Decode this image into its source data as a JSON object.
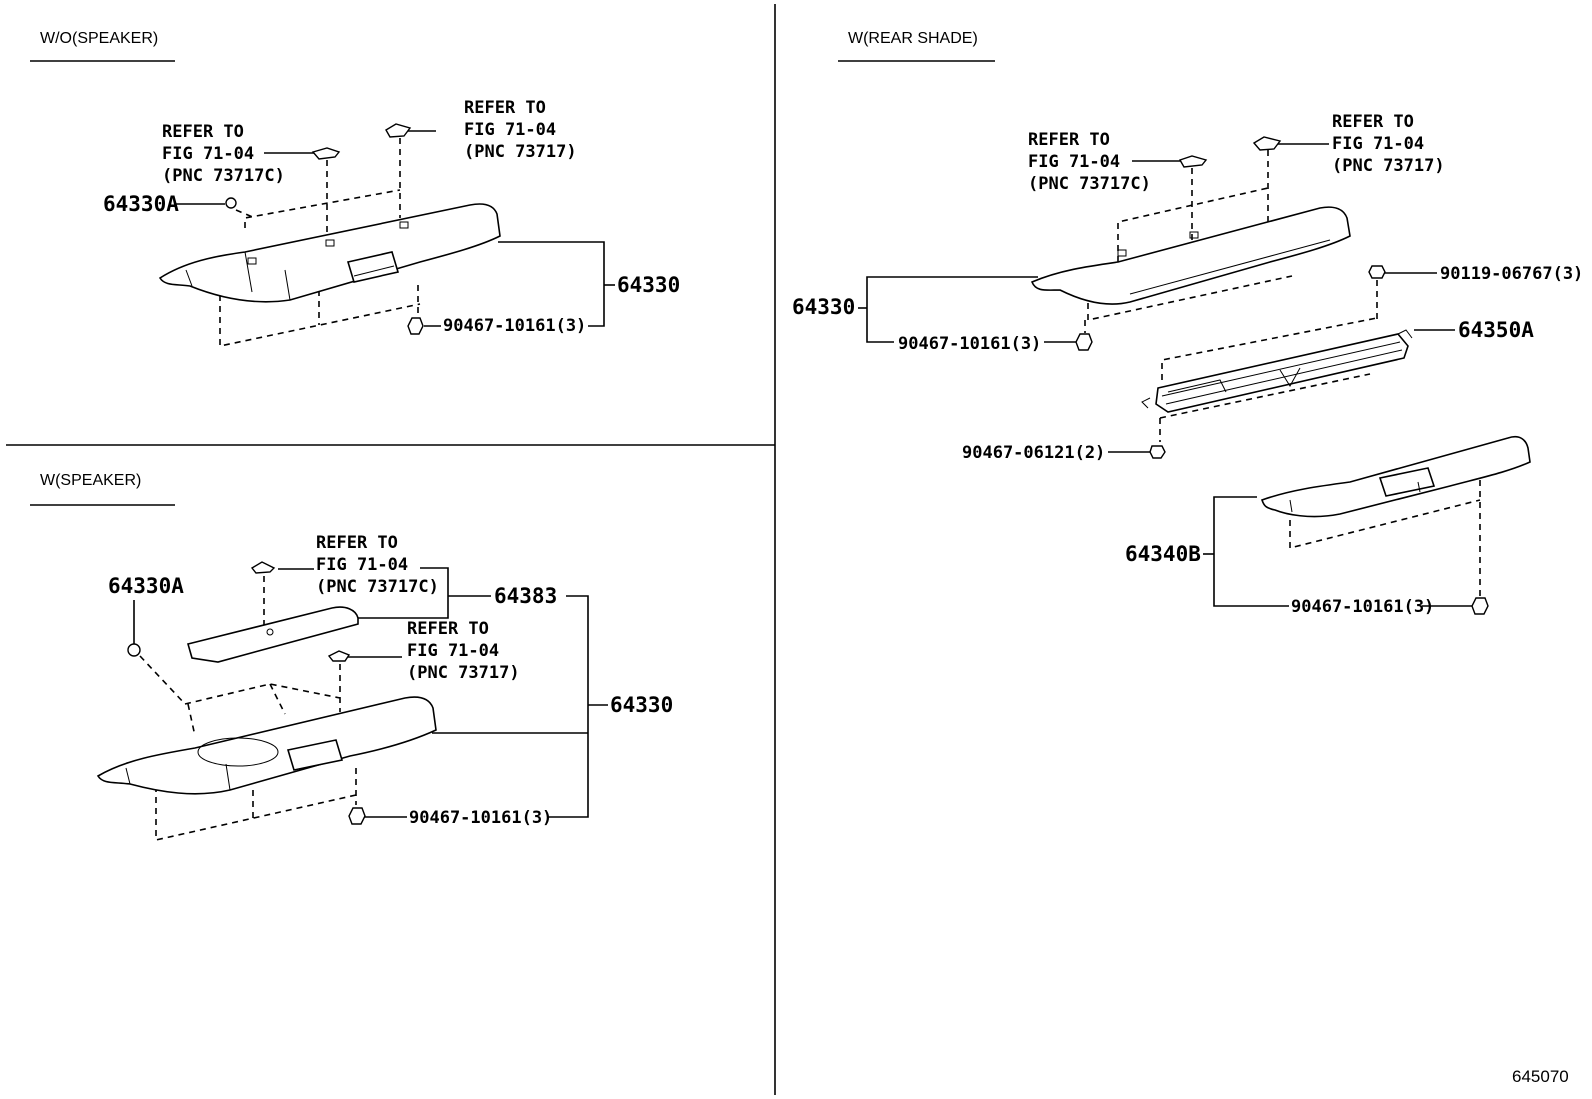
{
  "sections": {
    "wo_speaker": {
      "title": "W/O(SPEAKER)",
      "refer_top_left": [
        "REFER TO",
        "FIG 71-04",
        "(PNC 73717C)"
      ],
      "refer_top_right": [
        "REFER TO",
        "FIG 71-04",
        "(PNC 73717)"
      ],
      "part_clip": "64330A",
      "part_main": "64330",
      "part_screw": "90467-10161(3)"
    },
    "w_speaker": {
      "title": "W(SPEAKER)",
      "refer_top": [
        "REFER TO",
        "FIG 71-04",
        "(PNC 73717C)"
      ],
      "refer_mid": [
        "REFER TO",
        "FIG 71-04",
        "(PNC 73717)"
      ],
      "part_clip": "64330A",
      "part_cover": "64383",
      "part_main": "64330",
      "part_screw": "90467-10161(3)"
    },
    "w_rear_shade": {
      "title": "W(REAR SHADE)",
      "refer_left": [
        "REFER TO",
        "FIG 71-04",
        "(PNC 73717C)"
      ],
      "refer_right": [
        "REFER TO",
        "FIG 71-04",
        "(PNC 73717)"
      ],
      "part_main": "64330",
      "part_screw_main": "90467-10161(3)",
      "part_bolt": "90119-06767(3)",
      "part_shade": "64350A",
      "part_clip_shade": "90467-06121(2)",
      "part_lower": "64340B",
      "part_screw_lower": "90467-10161(3)"
    }
  },
  "figure_number": "645070"
}
